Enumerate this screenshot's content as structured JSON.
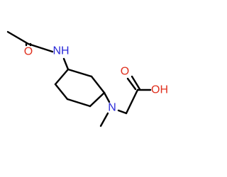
{
  "molecule": {
    "atoms": {
      "amide_nitrogen": "NH",
      "carbonyl_oxygen": "O",
      "amine_nitrogen": "N",
      "acid_carbonyl_oxygen": "O",
      "hydroxyl": "OH"
    },
    "colors": {
      "bond": "#000000",
      "nitrogen": "#2a2ad8",
      "oxygen": "#e0301e"
    }
  }
}
